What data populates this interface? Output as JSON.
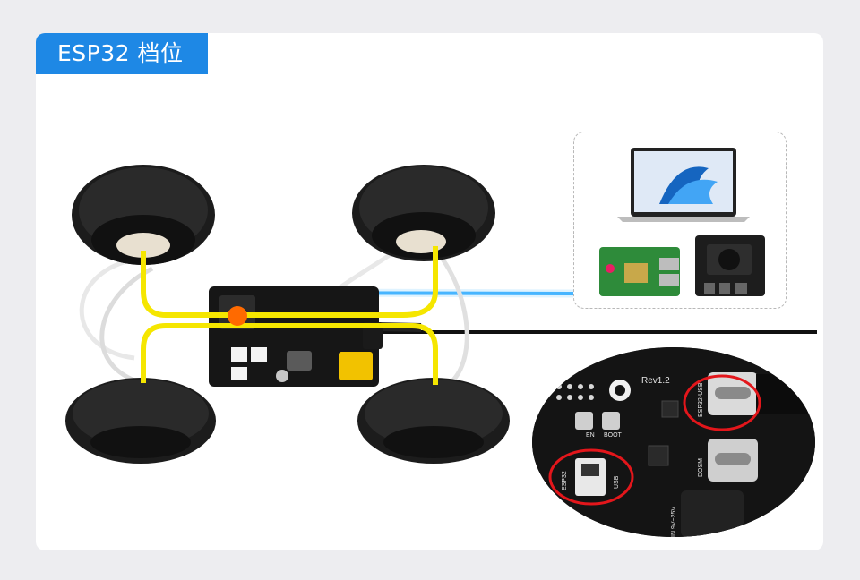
{
  "header": {
    "title": "ESP32 档位"
  },
  "colors": {
    "accent": "#1e88e5",
    "wire_highlight": "#f5e600",
    "port_marker": "#ff6a00",
    "signal_line": "#29a8ff",
    "callout": "#e3161b"
  },
  "devices": {
    "items": [
      "laptop-icon",
      "raspberry-pi-board-icon",
      "jetson-board-icon"
    ]
  },
  "zoom": {
    "label_rev": "Rev1.2",
    "label_en": "EN",
    "label_boot": "BOOT",
    "label_esp32": "ESP32",
    "label_usb": "USB",
    "label_esp32_usb": "ESP32-USB",
    "label_dosm": "DOSM",
    "label_power": "IN 9V~25V"
  }
}
